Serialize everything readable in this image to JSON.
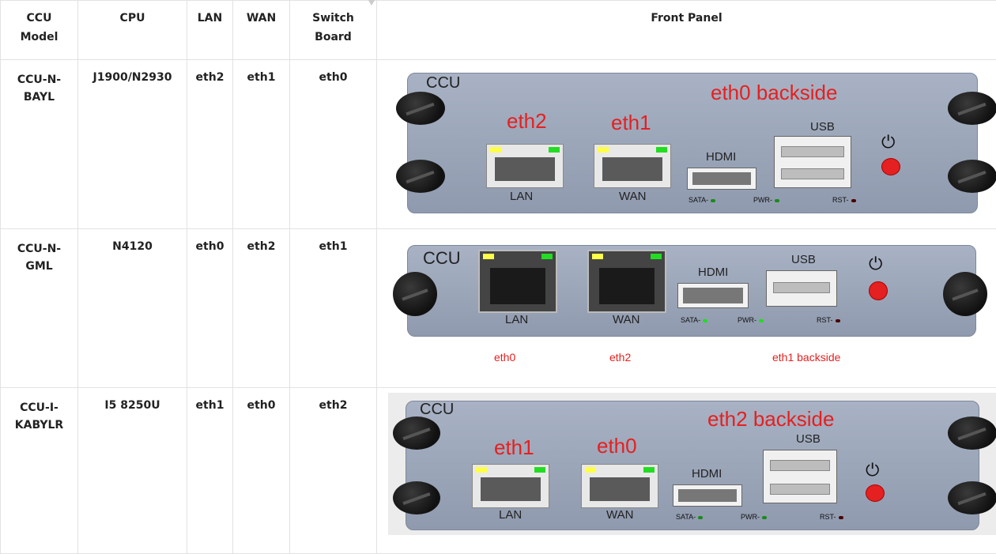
{
  "headers": {
    "model": [
      "CCU",
      "Model"
    ],
    "cpu": "CPU",
    "lan": "LAN",
    "wan": "WAN",
    "switch": [
      "Switch",
      "Board"
    ],
    "front_panel": "Front Panel"
  },
  "rows": [
    {
      "model": [
        "CCU-N-",
        "BAYL"
      ],
      "cpu": "J1900/N2930",
      "lan": "eth2",
      "wan": "eth1",
      "switch": "eth0",
      "panel": {
        "brand": "CCU",
        "annot_backside": "eth0 backside",
        "annot_lan": "eth2",
        "annot_wan": "eth1",
        "port_lan": "LAN",
        "port_wan": "WAN",
        "hdmi": "HDMI",
        "usb": "USB",
        "sata": "SATA-",
        "pwr": "PWR-",
        "rst": "RST-"
      }
    },
    {
      "model": [
        "CCU-N-",
        "GML"
      ],
      "cpu": "N4120",
      "lan": "eth0",
      "wan": "eth2",
      "switch": "eth1",
      "panel": {
        "brand": "CCU",
        "annot_lan": "eth0",
        "annot_wan": "eth2",
        "annot_backside": "eth1 backside",
        "port_lan": "LAN",
        "port_wan": "WAN",
        "hdmi": "HDMI",
        "usb": "USB",
        "sata": "SATA-",
        "pwr": "PWR-",
        "rst": "RST-"
      }
    },
    {
      "model": [
        "CCU-I-",
        "KABYLR"
      ],
      "cpu": "I5 8250U",
      "lan": "eth1",
      "wan": "eth0",
      "switch": "eth2",
      "panel": {
        "brand": "CCU",
        "annot_backside": "eth2 backside",
        "annot_lan": "eth1",
        "annot_wan": "eth0",
        "port_lan": "LAN",
        "port_wan": "WAN",
        "hdmi": "HDMI",
        "usb": "USB",
        "sata": "SATA-",
        "pwr": "PWR-",
        "rst": "RST-"
      }
    }
  ],
  "icons": {
    "power": "power-icon",
    "filter": "filter-icon"
  }
}
